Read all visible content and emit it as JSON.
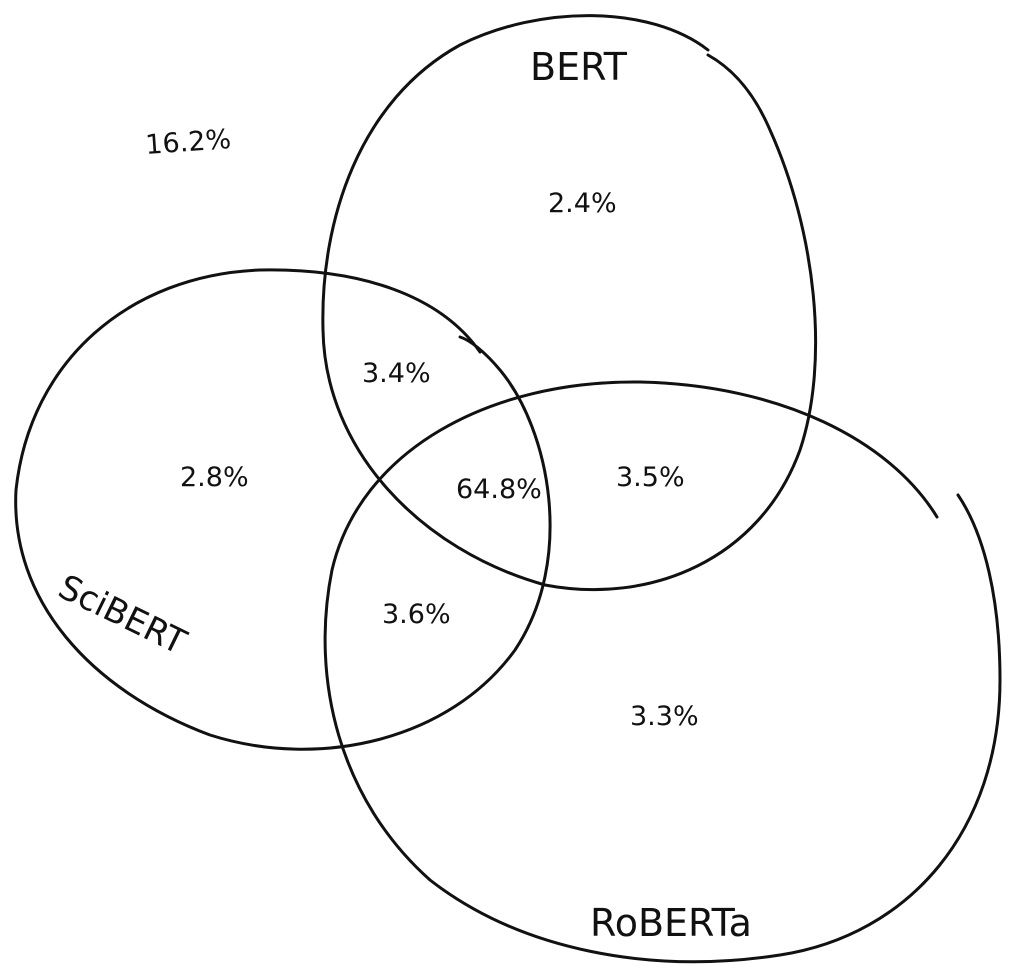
{
  "diagram": {
    "type": "venn-3",
    "colors": {
      "ink": "#111111",
      "background": "#ffffff"
    },
    "sets": {
      "bert": {
        "label": "BERT"
      },
      "scibert": {
        "label": "SciBERT"
      },
      "roberta": {
        "label": "RoBERTa"
      }
    },
    "regions": {
      "none": "16.2%",
      "bert_only": "2.4%",
      "scibert_only": "2.8%",
      "roberta_only": "3.3%",
      "bert_scibert": "3.4%",
      "bert_roberta": "3.5%",
      "scibert_roberta": "3.6%",
      "all_three": "64.8%"
    }
  }
}
